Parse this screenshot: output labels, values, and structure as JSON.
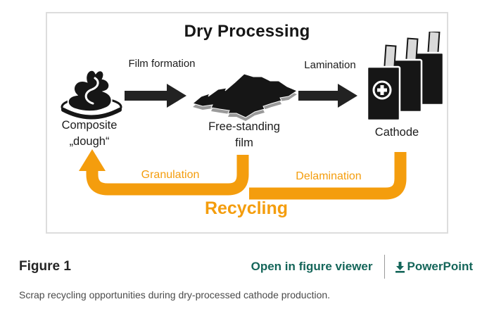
{
  "diagram": {
    "title": "Dry Processing",
    "process_arrows": [
      {
        "label": "Film formation"
      },
      {
        "label": "Lamination"
      }
    ],
    "stages": [
      {
        "line1": "Composite",
        "line2": "„dough“"
      },
      {
        "line1": "Free-standing",
        "line2": "film"
      },
      {
        "line1": "Cathode"
      }
    ],
    "recycling": {
      "granulation_label": "Granulation",
      "delamination_label": "Delamination",
      "recycling_label": "Recycling"
    },
    "icons": {
      "dough": "composite-dough-icon",
      "film": "free-standing-film-icon",
      "cathode": "cathode-stack-icon",
      "process_arrow": "black-block-arrow-right-icon",
      "recycle_arrow": "orange-recycle-loop-arrow"
    },
    "colors": {
      "recycle_orange": "#F49D0D",
      "diagram_black": "#161616"
    }
  },
  "meta": {
    "figure_label": "Figure 1",
    "open_in_viewer": "Open in figure viewer",
    "powerpoint": "PowerPoint",
    "download_icon": "download-icon",
    "link_color": "#15665a"
  },
  "caption": "Scrap recycling opportunities during dry-processed cathode production."
}
